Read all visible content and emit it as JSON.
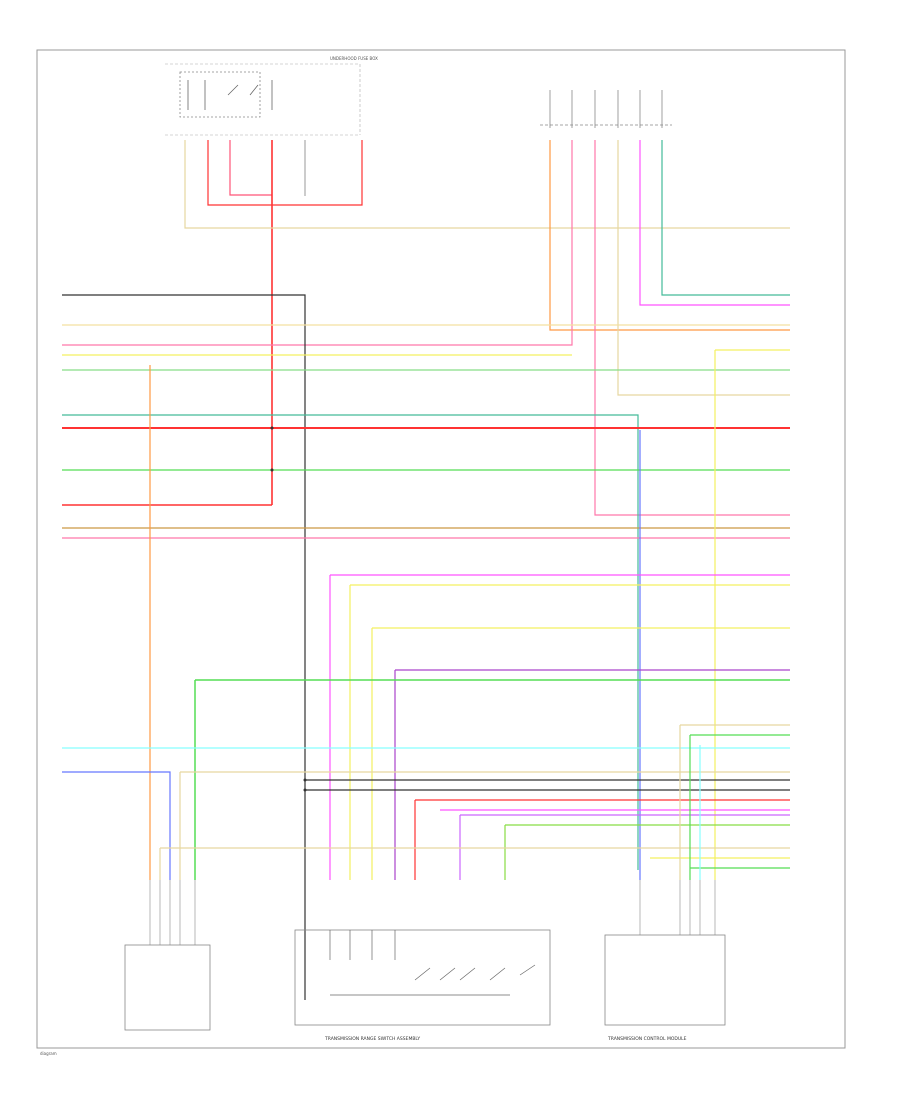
{
  "diagram": {
    "top_left_component": {
      "title": "UNDERHOOD FUSE BOX"
    },
    "bottom_center_component": {
      "title": "TRANSMISSION RANGE SWITCH ASSEMBLY"
    },
    "bottom_right_component": {
      "title": "TRANSMISSION CONTROL MODULE"
    },
    "footer": "diagram"
  },
  "colors": {
    "red": "#ff3333",
    "green": "#55dd55",
    "yellow": "#f4f060",
    "orange": "#ff9944",
    "pink": "#ff77aa",
    "magenta": "#ff55ff",
    "cyan": "#88ffff",
    "blue": "#6677ff",
    "tan": "#e6d7a0",
    "black": "#333333",
    "teal": "#44bb99",
    "purple": "#aa44cc",
    "gray": "#aaaaaa"
  }
}
